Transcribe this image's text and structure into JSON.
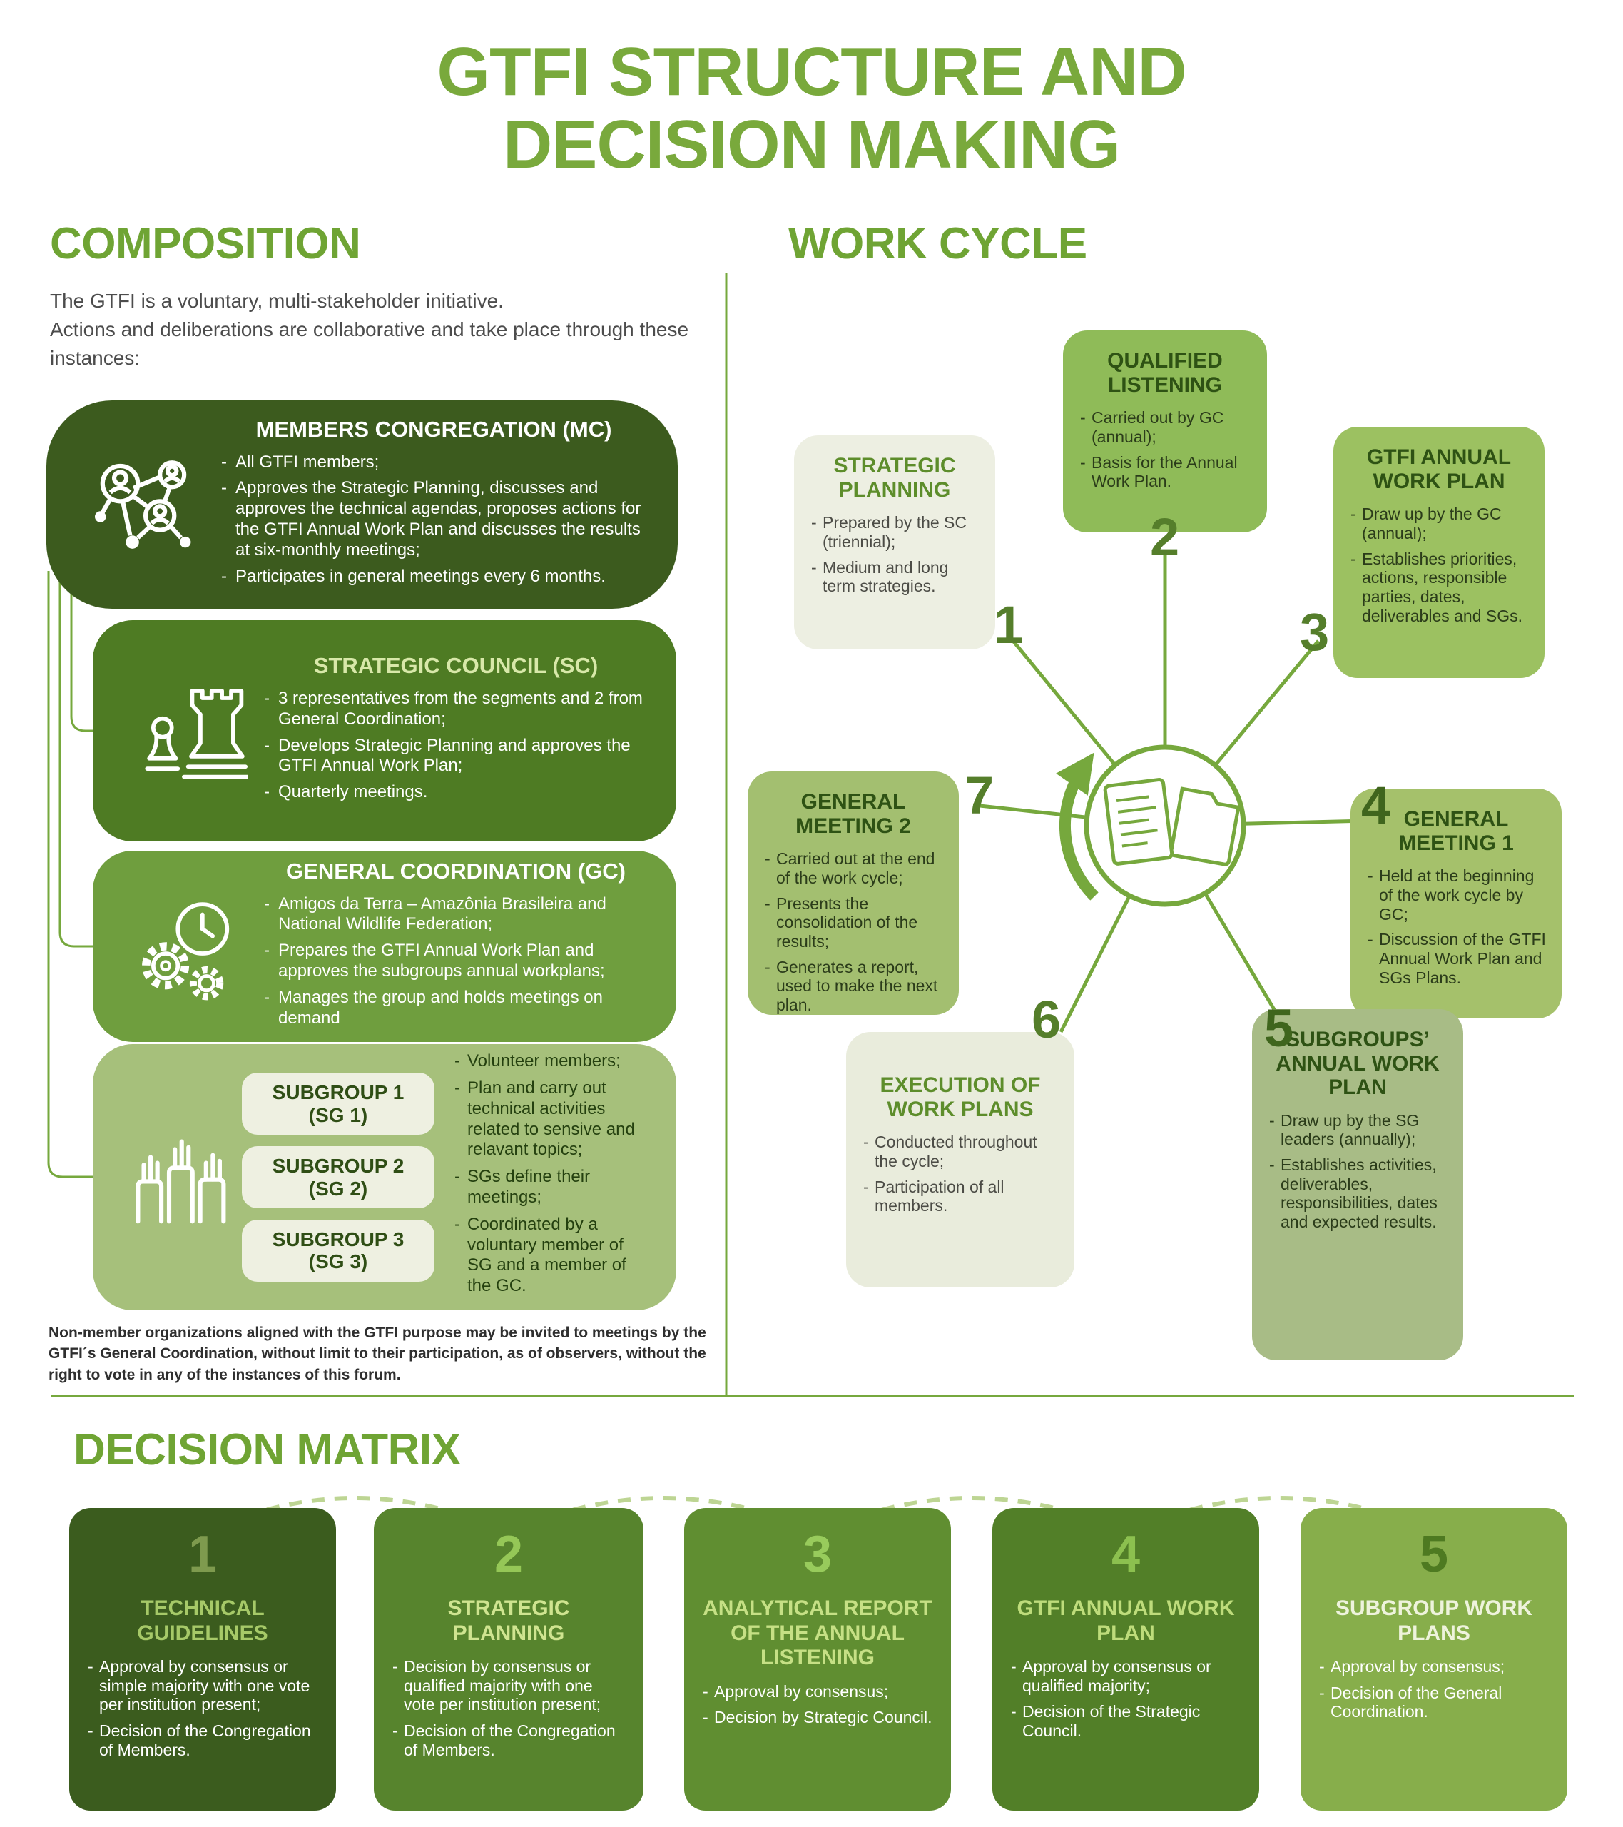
{
  "title": {
    "line1": "GTFI STRUCTURE AND",
    "line2": "DECISION MAKING"
  },
  "composition": {
    "heading": "COMPOSITION",
    "intro1": "The GTFI is a voluntary, multi-stakeholder initiative.",
    "intro2": "Actions and deliberations are collaborative and take place through these instances:",
    "boxes": [
      {
        "title": "MEMBERS CONGREGATION (MC)",
        "icon": "network-people-icon",
        "bullets": [
          "All GTFI members;",
          "Approves the Strategic Planning, discusses and approves the technical agendas, proposes actions for the GTFI Annual Work Plan and discusses the results at six-monthly meetings;",
          "Participates in general meetings every 6 months."
        ]
      },
      {
        "title": "STRATEGIC COUNCIL (SC)",
        "icon": "chess-pieces-icon",
        "bullets": [
          "3 representatives from the segments and 2 from General Coordination;",
          "Develops Strategic Planning and approves the GTFI Annual Work Plan;",
          "Quarterly meetings."
        ]
      },
      {
        "title": "GENERAL COORDINATION (GC)",
        "icon": "gears-clock-icon",
        "bullets": [
          "Amigos da Terra – Amazônia Brasileira and National Wildlife Federation;",
          "Prepares the GTFI Annual Work Plan and approves the subgroups annual workplans;",
          "Manages the group and holds meetings on demand"
        ]
      }
    ],
    "subgroups": {
      "icon": "raised-hands-icon",
      "pills": [
        {
          "line1": "SUBGROUP 1",
          "line2": "(SG 1)"
        },
        {
          "line1": "SUBGROUP 2",
          "line2": "(SG 2)"
        },
        {
          "line1": "SUBGROUP 3",
          "line2": "(SG 3)"
        }
      ],
      "bullets": [
        "Volunteer members;",
        "Plan and carry out technical activities related to sensive and relavant topics;",
        "SGs define their meetings;",
        "Coordinated by a voluntary member of SG and a member of the GC."
      ]
    },
    "footnote": "Non-member organizations aligned with the GTFI purpose may be invited to meetings by the GTFI´s General Coordination, without limit to their participation, as of observers, without the right to vote in any of the instances of this forum."
  },
  "work_cycle": {
    "heading": "WORK CYCLE",
    "center_icon": "documents-folder-icon",
    "cycle_arrow_icon": "cycle-arrow-icon",
    "steps": [
      {
        "number": "1",
        "title": "STRATEGIC PLANNING",
        "bullets": [
          "Prepared by the SC (triennial);",
          "Medium and long term strategies."
        ]
      },
      {
        "number": "2",
        "title": "QUALIFIED LISTENING",
        "bullets": [
          "Carried out by GC (annual);",
          "Basis for the Annual Work Plan."
        ]
      },
      {
        "number": "3",
        "title": "GTFI ANNUAL WORK PLAN",
        "bullets": [
          "Draw up by the GC (annual);",
          "Establishes priorities, actions, responsible parties, dates, deliverables and SGs."
        ]
      },
      {
        "number": "4",
        "title": "GENERAL MEETING 1",
        "bullets": [
          "Held at the beginning of the work cycle by GC;",
          "Discussion of the GTFI Annual Work Plan and SGs Plans."
        ]
      },
      {
        "number": "5",
        "title": "SUBGROUPS’ ANNUAL WORK PLAN",
        "bullets": [
          "Draw up by the SG leaders  (annually);",
          "Establishes activities, deliverables, responsibilities, dates and expected results."
        ]
      },
      {
        "number": "6",
        "title": "EXECUTION OF WORK PLANS",
        "bullets": [
          "Conducted throughout the cycle;",
          "Participation of all members."
        ]
      },
      {
        "number": "7",
        "title": "GENERAL MEETING 2",
        "bullets": [
          "Carried out at the end of the work cycle;",
          "Presents the consolidation of the results;",
          "Generates a report, used to make the next plan."
        ]
      }
    ]
  },
  "decision_matrix": {
    "heading": "DECISION MATRIX",
    "cards": [
      {
        "number": "1",
        "title": "TECHNICAL GUIDELINES",
        "bullets": [
          "Approval by consensus or simple majority with one vote per institution present;",
          "Decision of the Congregation of Members."
        ]
      },
      {
        "number": "2",
        "title": "STRATEGIC PLANNING",
        "bullets": [
          "Decision by consensus or qualified majority with one vote per institution present;",
          "Decision of the Congregation of Members."
        ]
      },
      {
        "number": "3",
        "title": "ANALYTICAL REPORT OF THE ANNUAL LISTENING",
        "bullets": [
          "Approval by consensus;",
          "Decision by Strategic Council."
        ]
      },
      {
        "number": "4",
        "title": "GTFI ANNUAL WORK PLAN",
        "bullets": [
          "Approval by consensus or qualified majority;",
          "Decision of the Strategic Council."
        ]
      },
      {
        "number": "5",
        "title": "SUBGROUP WORK PLANS",
        "bullets": [
          "Approval by consensus;",
          "Decision of the General Coordination."
        ]
      }
    ]
  },
  "colors": {
    "accent_green": "#76a83d",
    "mc_box": "#3c5b1e",
    "sc_box": "#4e7b23",
    "gc_box": "#6f9e3e",
    "sg_box": "#a6c07b",
    "light_box": "#edefe2",
    "dashed_connector": "#bdd593"
  }
}
